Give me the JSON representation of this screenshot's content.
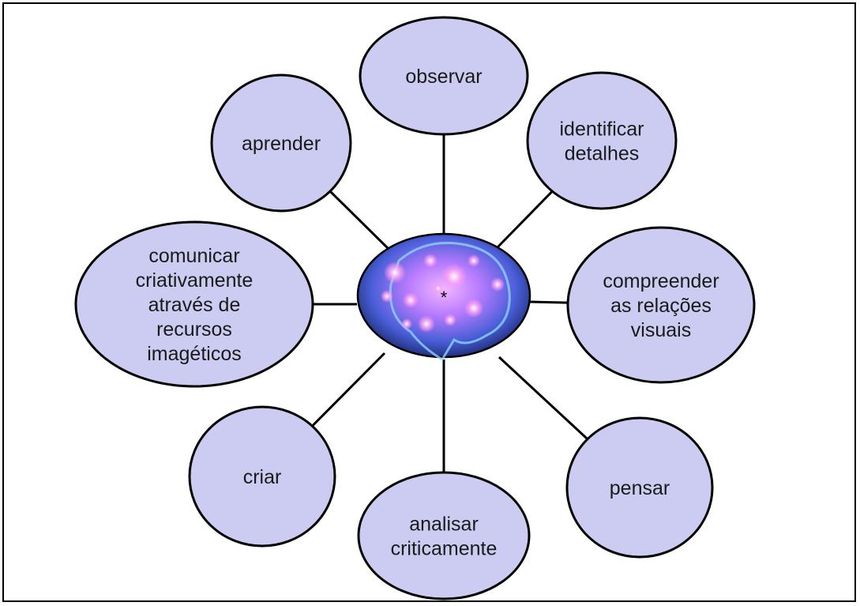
{
  "diagram": {
    "center": {
      "label": "*",
      "icon": "brain-icon"
    },
    "nodes": [
      {
        "id": "observar",
        "lines": [
          "observar"
        ]
      },
      {
        "id": "identificar-detalhes",
        "lines": [
          "identificar",
          "detalhes"
        ]
      },
      {
        "id": "compreender-relacoes",
        "lines": [
          "compreender",
          "as relações",
          "visuais"
        ]
      },
      {
        "id": "pensar",
        "lines": [
          "pensar"
        ]
      },
      {
        "id": "analisar-criticamente",
        "lines": [
          "analisar",
          "criticamente"
        ]
      },
      {
        "id": "criar",
        "lines": [
          "criar"
        ]
      },
      {
        "id": "comunicar",
        "lines": [
          "comunicar",
          "criativamente",
          "através de",
          "recursos",
          "imagéticos"
        ]
      },
      {
        "id": "aprender",
        "lines": [
          "aprender"
        ]
      }
    ],
    "colors": {
      "node_fill": "#ccccf2",
      "stroke": "#000000",
      "brain_fill": "#2a2a9a"
    }
  }
}
